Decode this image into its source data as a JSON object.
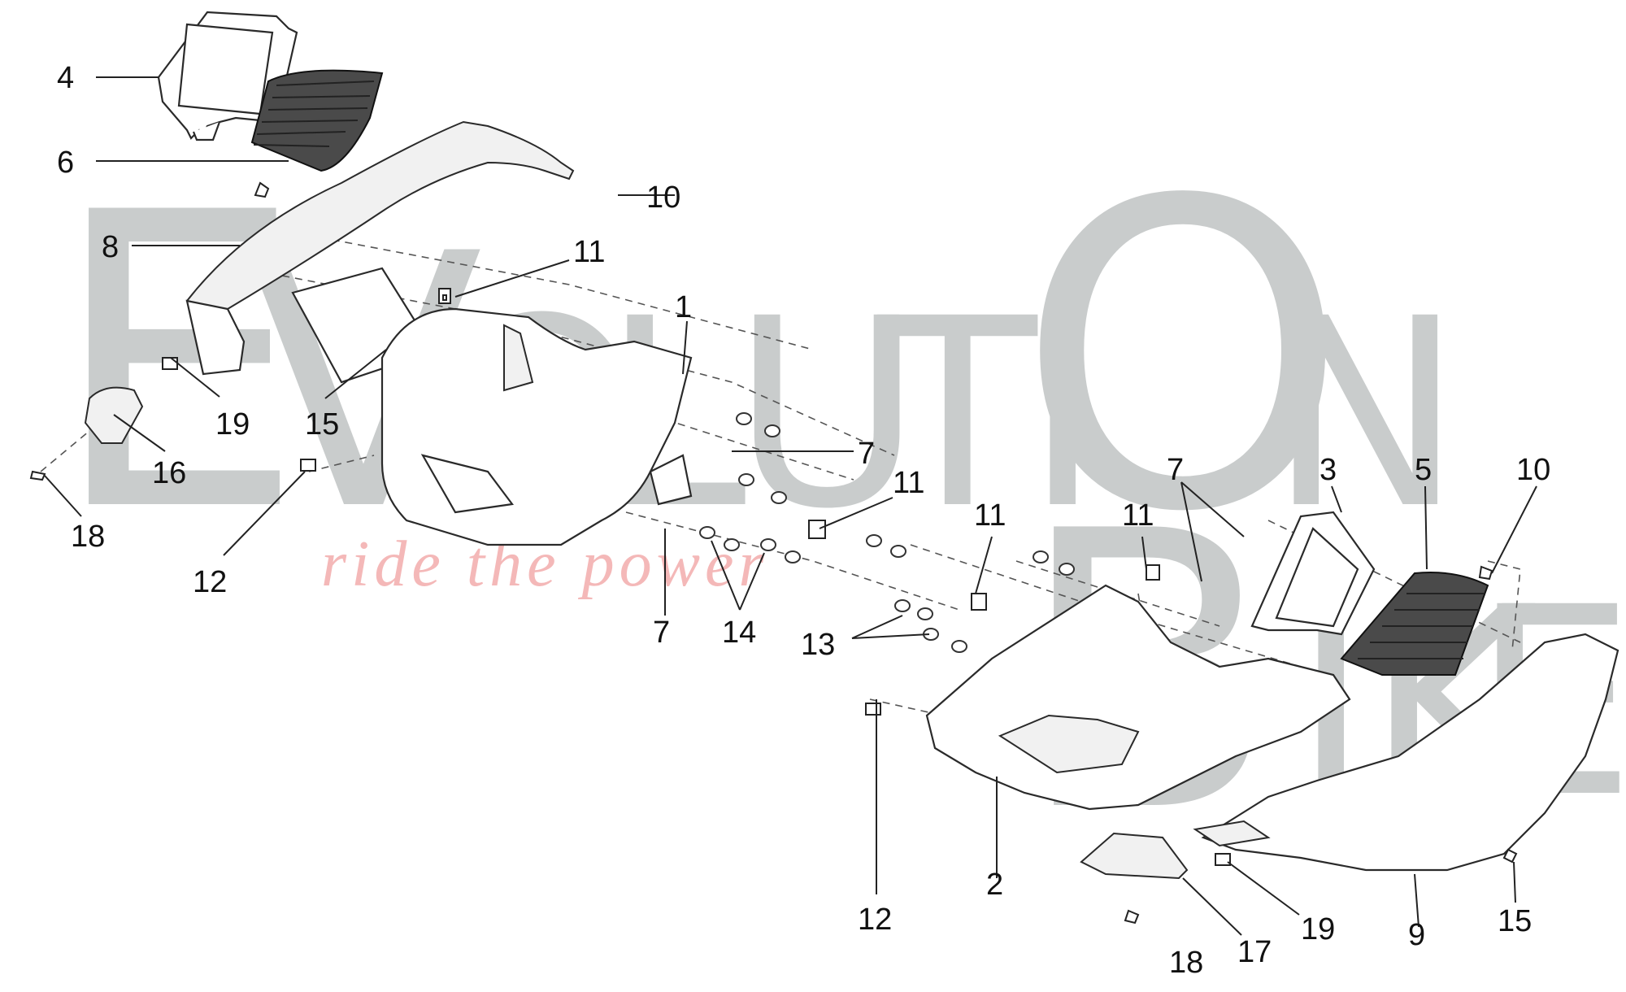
{
  "watermark": {
    "letters": [
      "E",
      "V",
      "O",
      "L",
      "U",
      "T",
      "I",
      "O",
      "N",
      "B",
      "I",
      "K",
      "E"
    ],
    "slogan": "ride the power",
    "letter_color": "#c9cccc",
    "slogan_color": "#f4b8b8"
  },
  "callouts": [
    "4",
    "6",
    "10",
    "8",
    "11",
    "1",
    "19",
    "15",
    "16",
    "18",
    "12",
    "7",
    "11",
    "7",
    "14",
    "13",
    "11",
    "11",
    "7",
    "3",
    "5",
    "10",
    "12",
    "2",
    "17",
    "18",
    "19",
    "9",
    "15"
  ]
}
